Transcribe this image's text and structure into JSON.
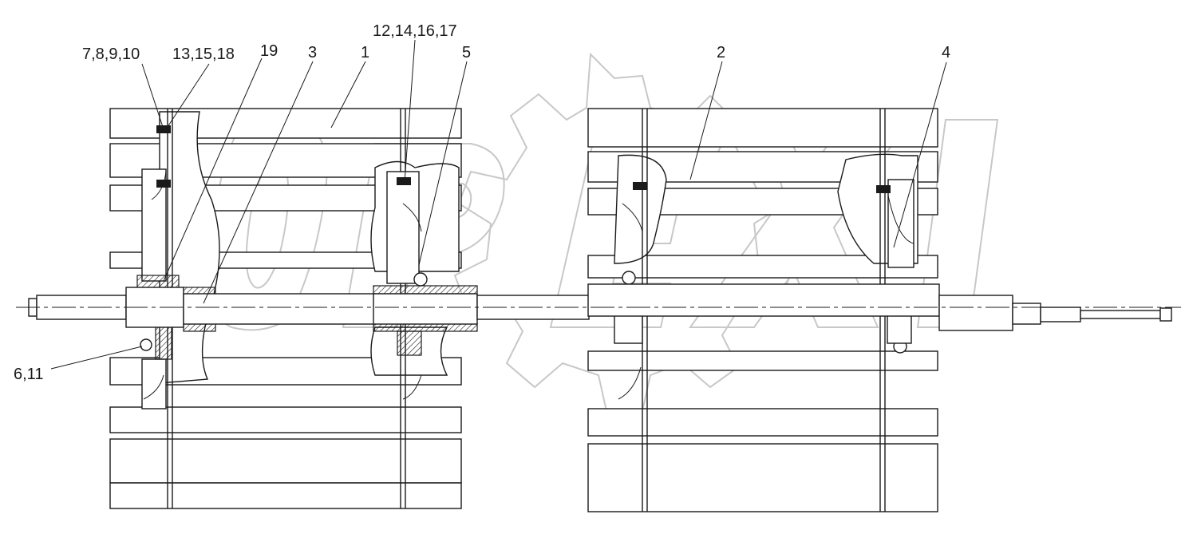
{
  "labels": {
    "l_7_8_9_10": "7,8,9,10",
    "l_13_15_18": "13,15,18",
    "l_19": "19",
    "l_3": "3",
    "l_1": "1",
    "l_12_14_16_17": "12,14,16,17",
    "l_5": "5",
    "l_2": "2",
    "l_4": "4",
    "l_6_11": "6,11"
  },
  "watermark": {
    "text": "ОРЕХ"
  }
}
